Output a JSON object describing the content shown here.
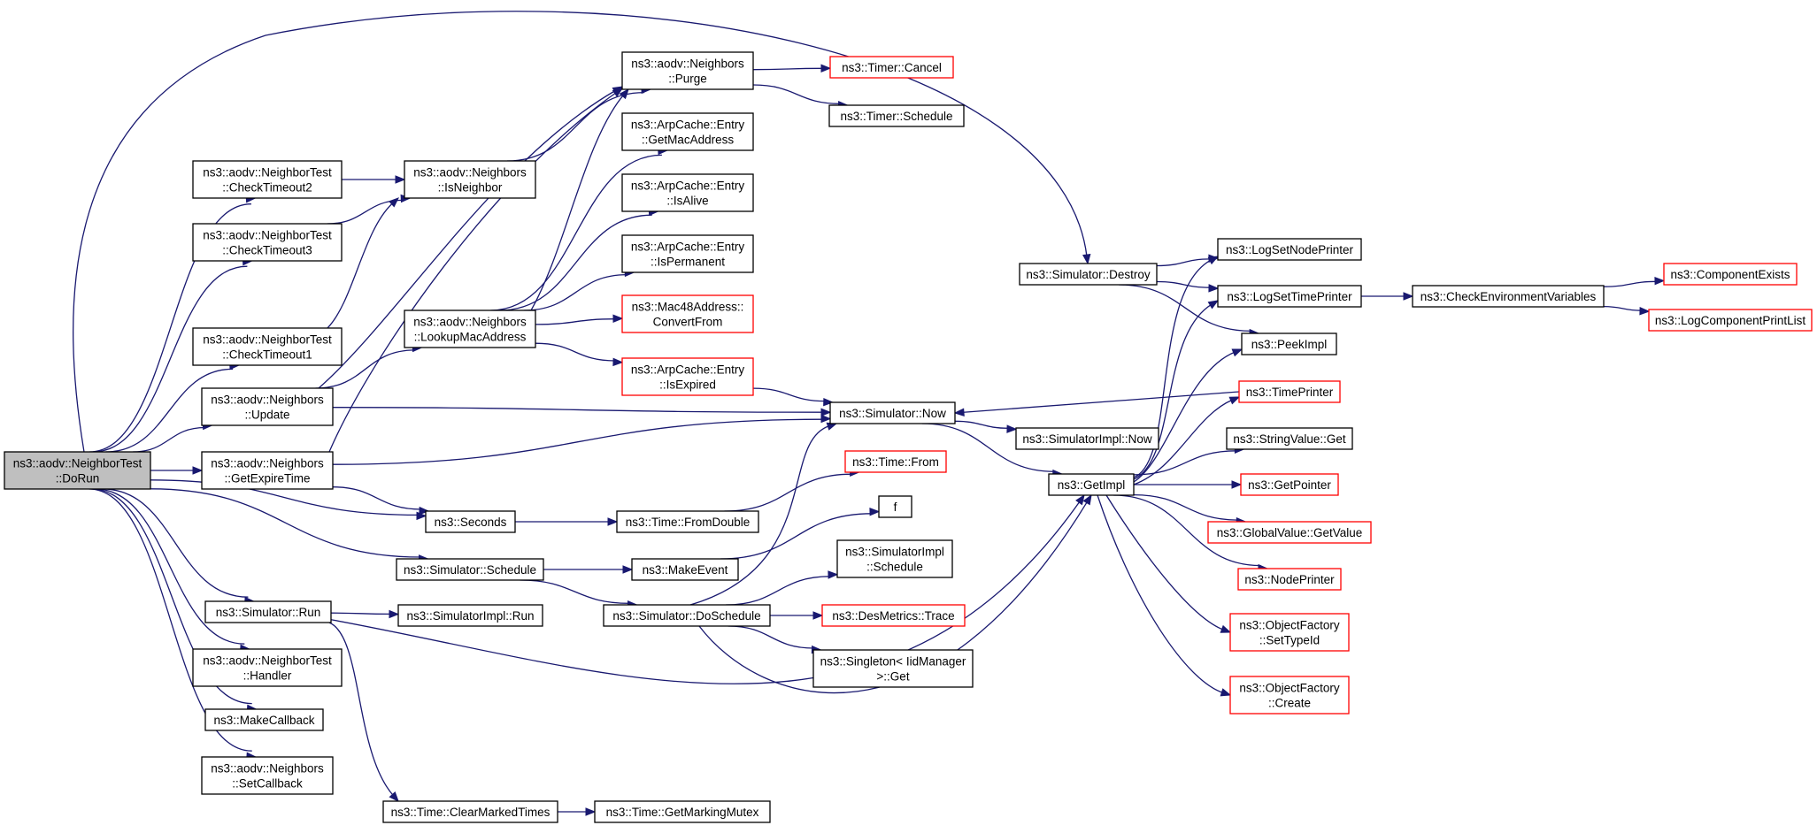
{
  "graph": {
    "colors": {
      "edge": "#191970",
      "root_fill": "#bfbfbf",
      "normal_border": "#000000",
      "truncated_border": "#ff0000",
      "background": "#ffffff"
    },
    "nodes": [
      {
        "id": "dorun",
        "lines": [
          "ns3::aodv::NeighborTest",
          "::DoRun"
        ],
        "style": "root"
      },
      {
        "id": "ct2",
        "lines": [
          "ns3::aodv::NeighborTest",
          "::CheckTimeout2"
        ],
        "style": "normal"
      },
      {
        "id": "ct3",
        "lines": [
          "ns3::aodv::NeighborTest",
          "::CheckTimeout3"
        ],
        "style": "normal"
      },
      {
        "id": "ct1",
        "lines": [
          "ns3::aodv::NeighborTest",
          "::CheckTimeout1"
        ],
        "style": "normal"
      },
      {
        "id": "update",
        "lines": [
          "ns3::aodv::Neighbors",
          "::Update"
        ],
        "style": "normal"
      },
      {
        "id": "getexp",
        "lines": [
          "ns3::aodv::Neighbors",
          "::GetExpireTime"
        ],
        "style": "normal"
      },
      {
        "id": "simrun",
        "lines": [
          "ns3::Simulator::Run"
        ],
        "style": "normal"
      },
      {
        "id": "handler",
        "lines": [
          "ns3::aodv::NeighborTest",
          "::Handler"
        ],
        "style": "normal"
      },
      {
        "id": "makecb",
        "lines": [
          "ns3::MakeCallback"
        ],
        "style": "normal"
      },
      {
        "id": "setcb",
        "lines": [
          "ns3::aodv::Neighbors",
          "::SetCallback"
        ],
        "style": "normal"
      },
      {
        "id": "isneighbor",
        "lines": [
          "ns3::aodv::Neighbors",
          "::IsNeighbor"
        ],
        "style": "normal"
      },
      {
        "id": "lookup",
        "lines": [
          "ns3::aodv::Neighbors",
          "::LookupMacAddress"
        ],
        "style": "normal"
      },
      {
        "id": "seconds",
        "lines": [
          "ns3::Seconds"
        ],
        "style": "normal"
      },
      {
        "id": "simsched",
        "lines": [
          "ns3::Simulator::Schedule"
        ],
        "style": "normal"
      },
      {
        "id": "simimplrun",
        "lines": [
          "ns3::SimulatorImpl::Run"
        ],
        "style": "normal"
      },
      {
        "id": "clearmarked",
        "lines": [
          "ns3::Time::ClearMarkedTimes"
        ],
        "style": "normal"
      },
      {
        "id": "purge",
        "lines": [
          "ns3::aodv::Neighbors",
          "::Purge"
        ],
        "style": "normal"
      },
      {
        "id": "getmac",
        "lines": [
          "ns3::ArpCache::Entry",
          "::GetMacAddress"
        ],
        "style": "normal"
      },
      {
        "id": "isalive",
        "lines": [
          "ns3::ArpCache::Entry",
          "::IsAlive"
        ],
        "style": "normal"
      },
      {
        "id": "isperm",
        "lines": [
          "ns3::ArpCache::Entry",
          "::IsPermanent"
        ],
        "style": "normal"
      },
      {
        "id": "convfrom",
        "lines": [
          "ns3::Mac48Address::",
          "ConvertFrom"
        ],
        "style": "truncated"
      },
      {
        "id": "isexpired",
        "lines": [
          "ns3::ArpCache::Entry",
          "::IsExpired"
        ],
        "style": "truncated"
      },
      {
        "id": "fromdouble",
        "lines": [
          "ns3::Time::FromDouble"
        ],
        "style": "normal"
      },
      {
        "id": "makeevent",
        "lines": [
          "ns3::MakeEvent"
        ],
        "style": "normal"
      },
      {
        "id": "dosched",
        "lines": [
          "ns3::Simulator::DoSchedule"
        ],
        "style": "normal"
      },
      {
        "id": "getmarking",
        "lines": [
          "ns3::Time::GetMarkingMutex"
        ],
        "style": "normal"
      },
      {
        "id": "timercancel",
        "lines": [
          "ns3::Timer::Cancel"
        ],
        "style": "truncated"
      },
      {
        "id": "timersched",
        "lines": [
          "ns3::Timer::Schedule"
        ],
        "style": "normal"
      },
      {
        "id": "simnow",
        "lines": [
          "ns3::Simulator::Now"
        ],
        "style": "normal"
      },
      {
        "id": "timefrom",
        "lines": [
          "ns3::Time::From"
        ],
        "style": "truncated"
      },
      {
        "id": "f",
        "lines": [
          "f"
        ],
        "style": "normal"
      },
      {
        "id": "simimplsched",
        "lines": [
          "ns3::SimulatorImpl",
          "::Schedule"
        ],
        "style": "normal"
      },
      {
        "id": "desmetrics",
        "lines": [
          "ns3::DesMetrics::Trace"
        ],
        "style": "truncated"
      },
      {
        "id": "singleton",
        "lines": [
          "ns3::Singleton< IidManager",
          ">::Get"
        ],
        "style": "normal"
      },
      {
        "id": "simdestroy",
        "lines": [
          "ns3::Simulator::Destroy"
        ],
        "style": "normal"
      },
      {
        "id": "simimplnow",
        "lines": [
          "ns3::SimulatorImpl::Now"
        ],
        "style": "normal"
      },
      {
        "id": "getimpl",
        "lines": [
          "ns3::GetImpl"
        ],
        "style": "normal"
      },
      {
        "id": "lognodep",
        "lines": [
          "ns3::LogSetNodePrinter"
        ],
        "style": "normal"
      },
      {
        "id": "logtimep",
        "lines": [
          "ns3::LogSetTimePrinter"
        ],
        "style": "normal"
      },
      {
        "id": "peekimpl",
        "lines": [
          "ns3::PeekImpl"
        ],
        "style": "normal"
      },
      {
        "id": "timeprinter",
        "lines": [
          "ns3::TimePrinter"
        ],
        "style": "truncated"
      },
      {
        "id": "strget",
        "lines": [
          "ns3::StringValue::Get"
        ],
        "style": "normal"
      },
      {
        "id": "getptr",
        "lines": [
          "ns3::GetPointer"
        ],
        "style": "truncated"
      },
      {
        "id": "globalget",
        "lines": [
          "ns3::GlobalValue::GetValue"
        ],
        "style": "truncated"
      },
      {
        "id": "nodeprinter",
        "lines": [
          "ns3::NodePrinter"
        ],
        "style": "truncated"
      },
      {
        "id": "ofsettype",
        "lines": [
          "ns3::ObjectFactory",
          "::SetTypeId"
        ],
        "style": "truncated"
      },
      {
        "id": "ofcreate",
        "lines": [
          "ns3::ObjectFactory",
          "::Create"
        ],
        "style": "truncated"
      },
      {
        "id": "checkenv",
        "lines": [
          "ns3::CheckEnvironmentVariables"
        ],
        "style": "normal"
      },
      {
        "id": "compexists",
        "lines": [
          "ns3::ComponentExists"
        ],
        "style": "truncated"
      },
      {
        "id": "logcomplist",
        "lines": [
          "ns3::LogComponentPrintList"
        ],
        "style": "truncated"
      }
    ],
    "edges": [
      [
        "dorun",
        "ct2"
      ],
      [
        "dorun",
        "ct3"
      ],
      [
        "dorun",
        "ct1"
      ],
      [
        "dorun",
        "update"
      ],
      [
        "dorun",
        "getexp"
      ],
      [
        "dorun",
        "seconds"
      ],
      [
        "dorun",
        "simsched"
      ],
      [
        "dorun",
        "simrun"
      ],
      [
        "dorun",
        "handler"
      ],
      [
        "dorun",
        "makecb"
      ],
      [
        "dorun",
        "setcb"
      ],
      [
        "dorun",
        "simdestroy"
      ],
      [
        "ct2",
        "isneighbor"
      ],
      [
        "ct3",
        "isneighbor"
      ],
      [
        "ct1",
        "isneighbor"
      ],
      [
        "isneighbor",
        "purge"
      ],
      [
        "update",
        "lookup"
      ],
      [
        "update",
        "simnow"
      ],
      [
        "update",
        "purge"
      ],
      [
        "getexp",
        "simnow"
      ],
      [
        "getexp",
        "seconds"
      ],
      [
        "getexp",
        "purge"
      ],
      [
        "lookup",
        "getmac"
      ],
      [
        "lookup",
        "isalive"
      ],
      [
        "lookup",
        "isperm"
      ],
      [
        "lookup",
        "convfrom"
      ],
      [
        "lookup",
        "isexpired"
      ],
      [
        "lookup",
        "purge"
      ],
      [
        "purge",
        "timercancel"
      ],
      [
        "purge",
        "timersched"
      ],
      [
        "isexpired",
        "simnow"
      ],
      [
        "seconds",
        "fromdouble"
      ],
      [
        "fromdouble",
        "timefrom"
      ],
      [
        "simsched",
        "makeevent"
      ],
      [
        "simsched",
        "dosched"
      ],
      [
        "makeevent",
        "f"
      ],
      [
        "dosched",
        "simimplsched"
      ],
      [
        "dosched",
        "desmetrics"
      ],
      [
        "dosched",
        "singleton"
      ],
      [
        "dosched",
        "simnow"
      ],
      [
        "dosched",
        "getimpl"
      ],
      [
        "simrun",
        "simimplrun"
      ],
      [
        "simrun",
        "clearmarked"
      ],
      [
        "simrun",
        "getimpl"
      ],
      [
        "clearmarked",
        "getmarking"
      ],
      [
        "simnow",
        "simimplnow"
      ],
      [
        "simnow",
        "getimpl"
      ],
      [
        "simdestroy",
        "lognodep"
      ],
      [
        "simdestroy",
        "logtimep"
      ],
      [
        "simdestroy",
        "peekimpl"
      ],
      [
        "timeprinter",
        "simnow"
      ],
      [
        "getimpl",
        "lognodep"
      ],
      [
        "getimpl",
        "logtimep"
      ],
      [
        "getimpl",
        "peekimpl"
      ],
      [
        "getimpl",
        "timeprinter"
      ],
      [
        "getimpl",
        "strget"
      ],
      [
        "getimpl",
        "getptr"
      ],
      [
        "getimpl",
        "globalget"
      ],
      [
        "getimpl",
        "nodeprinter"
      ],
      [
        "getimpl",
        "ofsettype"
      ],
      [
        "getimpl",
        "ofcreate"
      ],
      [
        "logtimep",
        "checkenv"
      ],
      [
        "checkenv",
        "compexists"
      ],
      [
        "checkenv",
        "logcomplist"
      ]
    ]
  }
}
